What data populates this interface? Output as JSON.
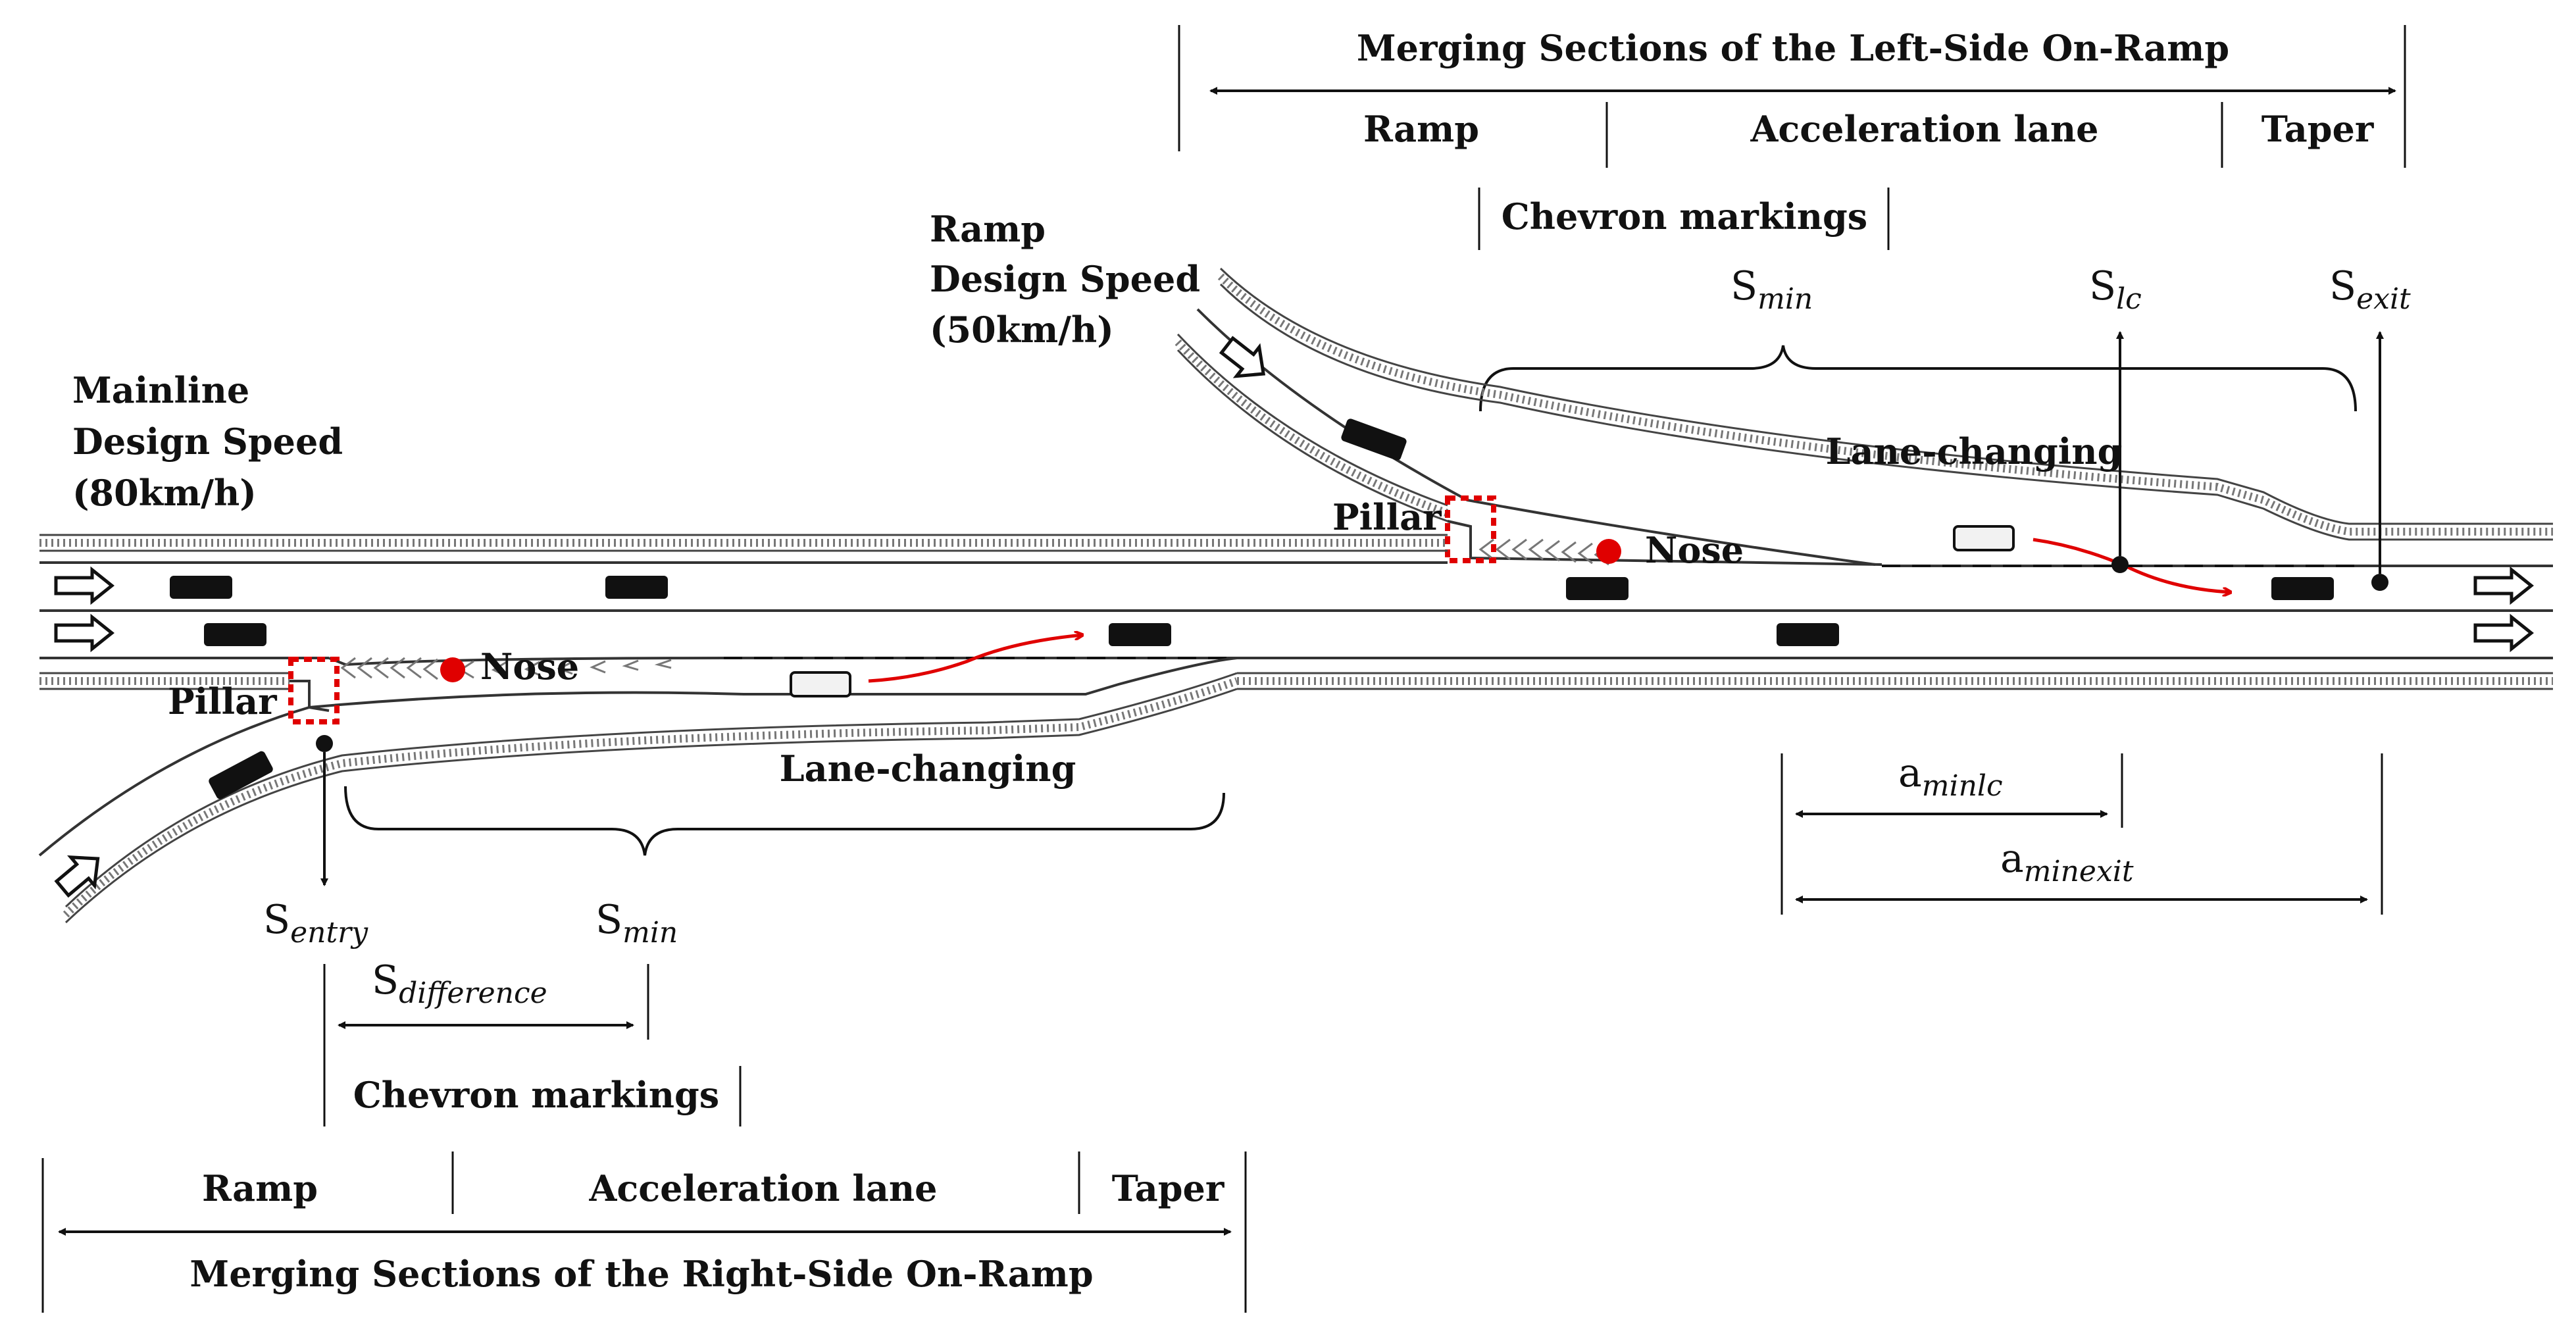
{
  "left_ramp": {
    "title": "Merging Sections of the Left-Side On-Ramp",
    "section_ramp": "Ramp",
    "section_accel": "Acceleration lane",
    "section_taper": "Taper",
    "chevron": "Chevron markings",
    "ramp_speed_line1": "Ramp",
    "ramp_speed_line2": "Design Speed",
    "ramp_speed_line3": "(50km/h)",
    "pillar": "Pillar",
    "nose": "Nose",
    "lane_changing": "Lane-changing",
    "s_min": {
      "base": "S",
      "sub": "min"
    },
    "s_lc": {
      "base": "S",
      "sub": "lc"
    },
    "s_exit": {
      "base": "S",
      "sub": "exit"
    },
    "a_minlc": {
      "base": "a",
      "sub": "minlc"
    },
    "a_minexit": {
      "base": "a",
      "sub": "minexit"
    }
  },
  "mainline": {
    "speed_line1": "Mainline",
    "speed_line2": "Design Speed",
    "speed_line3": "(80km/h)"
  },
  "right_ramp": {
    "title": "Merging Sections of the Right-Side On-Ramp",
    "section_ramp": "Ramp",
    "section_accel": "Acceleration lane",
    "section_taper": "Taper",
    "chevron": "Chevron markings",
    "pillar": "Pillar",
    "nose": "Nose",
    "lane_changing": "Lane-changing",
    "s_entry": {
      "base": "S",
      "sub": "entry"
    },
    "s_min": {
      "base": "S",
      "sub": "min"
    },
    "s_difference": {
      "base": "S",
      "sub": "difference"
    }
  },
  "colors": {
    "trajectory": "#e00000",
    "pillar_marker": "#e00000",
    "nose_marker": "#e00000"
  }
}
